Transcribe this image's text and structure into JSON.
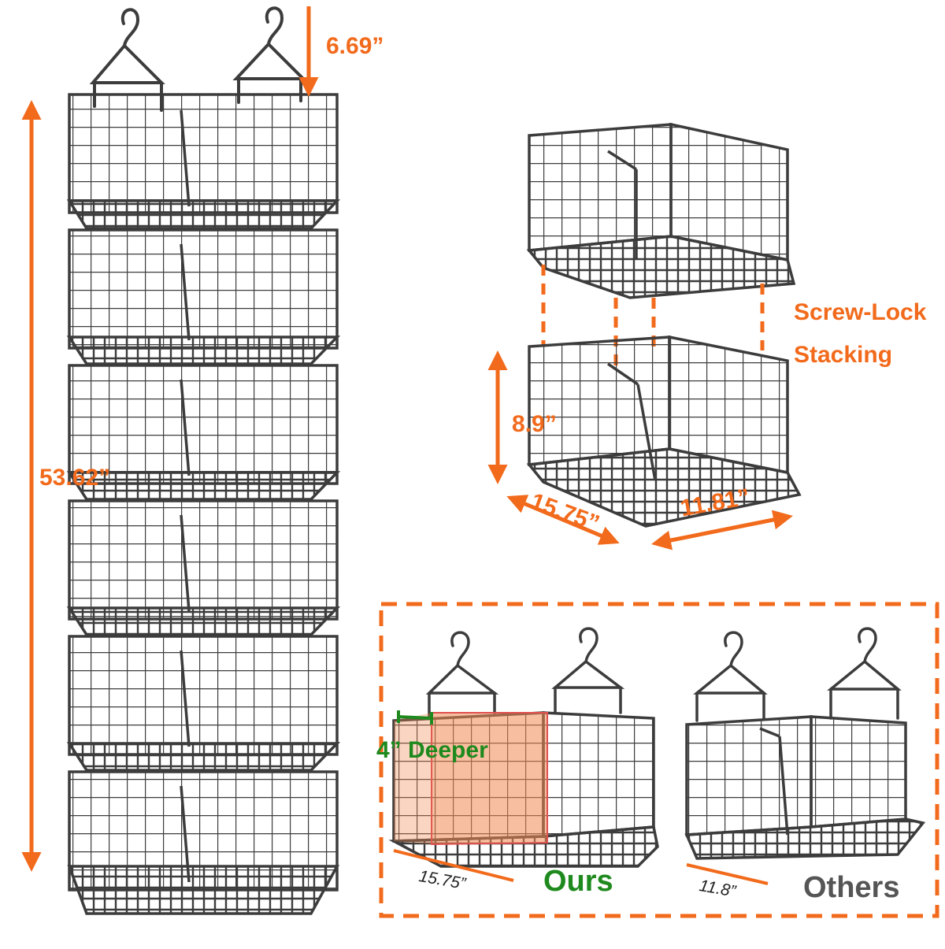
{
  "colors": {
    "accent": "#f26a1b",
    "green": "#1e8a1e",
    "wire": "#3c3c3c",
    "others_text": "#555555",
    "highlight": "#f08a50"
  },
  "labels": {
    "hook_height": "6.69”",
    "total_height": "53.62”",
    "screw_lock_line1": "Screw-Lock",
    "screw_lock_line2": "Stacking",
    "basket_height": "8.9”",
    "basket_depth": "15.75”",
    "basket_width": "11.81”",
    "deeper": "4” Deeper",
    "ours_depth": "15.75”",
    "ours": "Ours",
    "others_depth": "11.8”",
    "others": "Others"
  },
  "icons": [
    "hanger-hook-icon",
    "wire-basket-icon",
    "dimension-arrow-icon",
    "screw-icon"
  ]
}
